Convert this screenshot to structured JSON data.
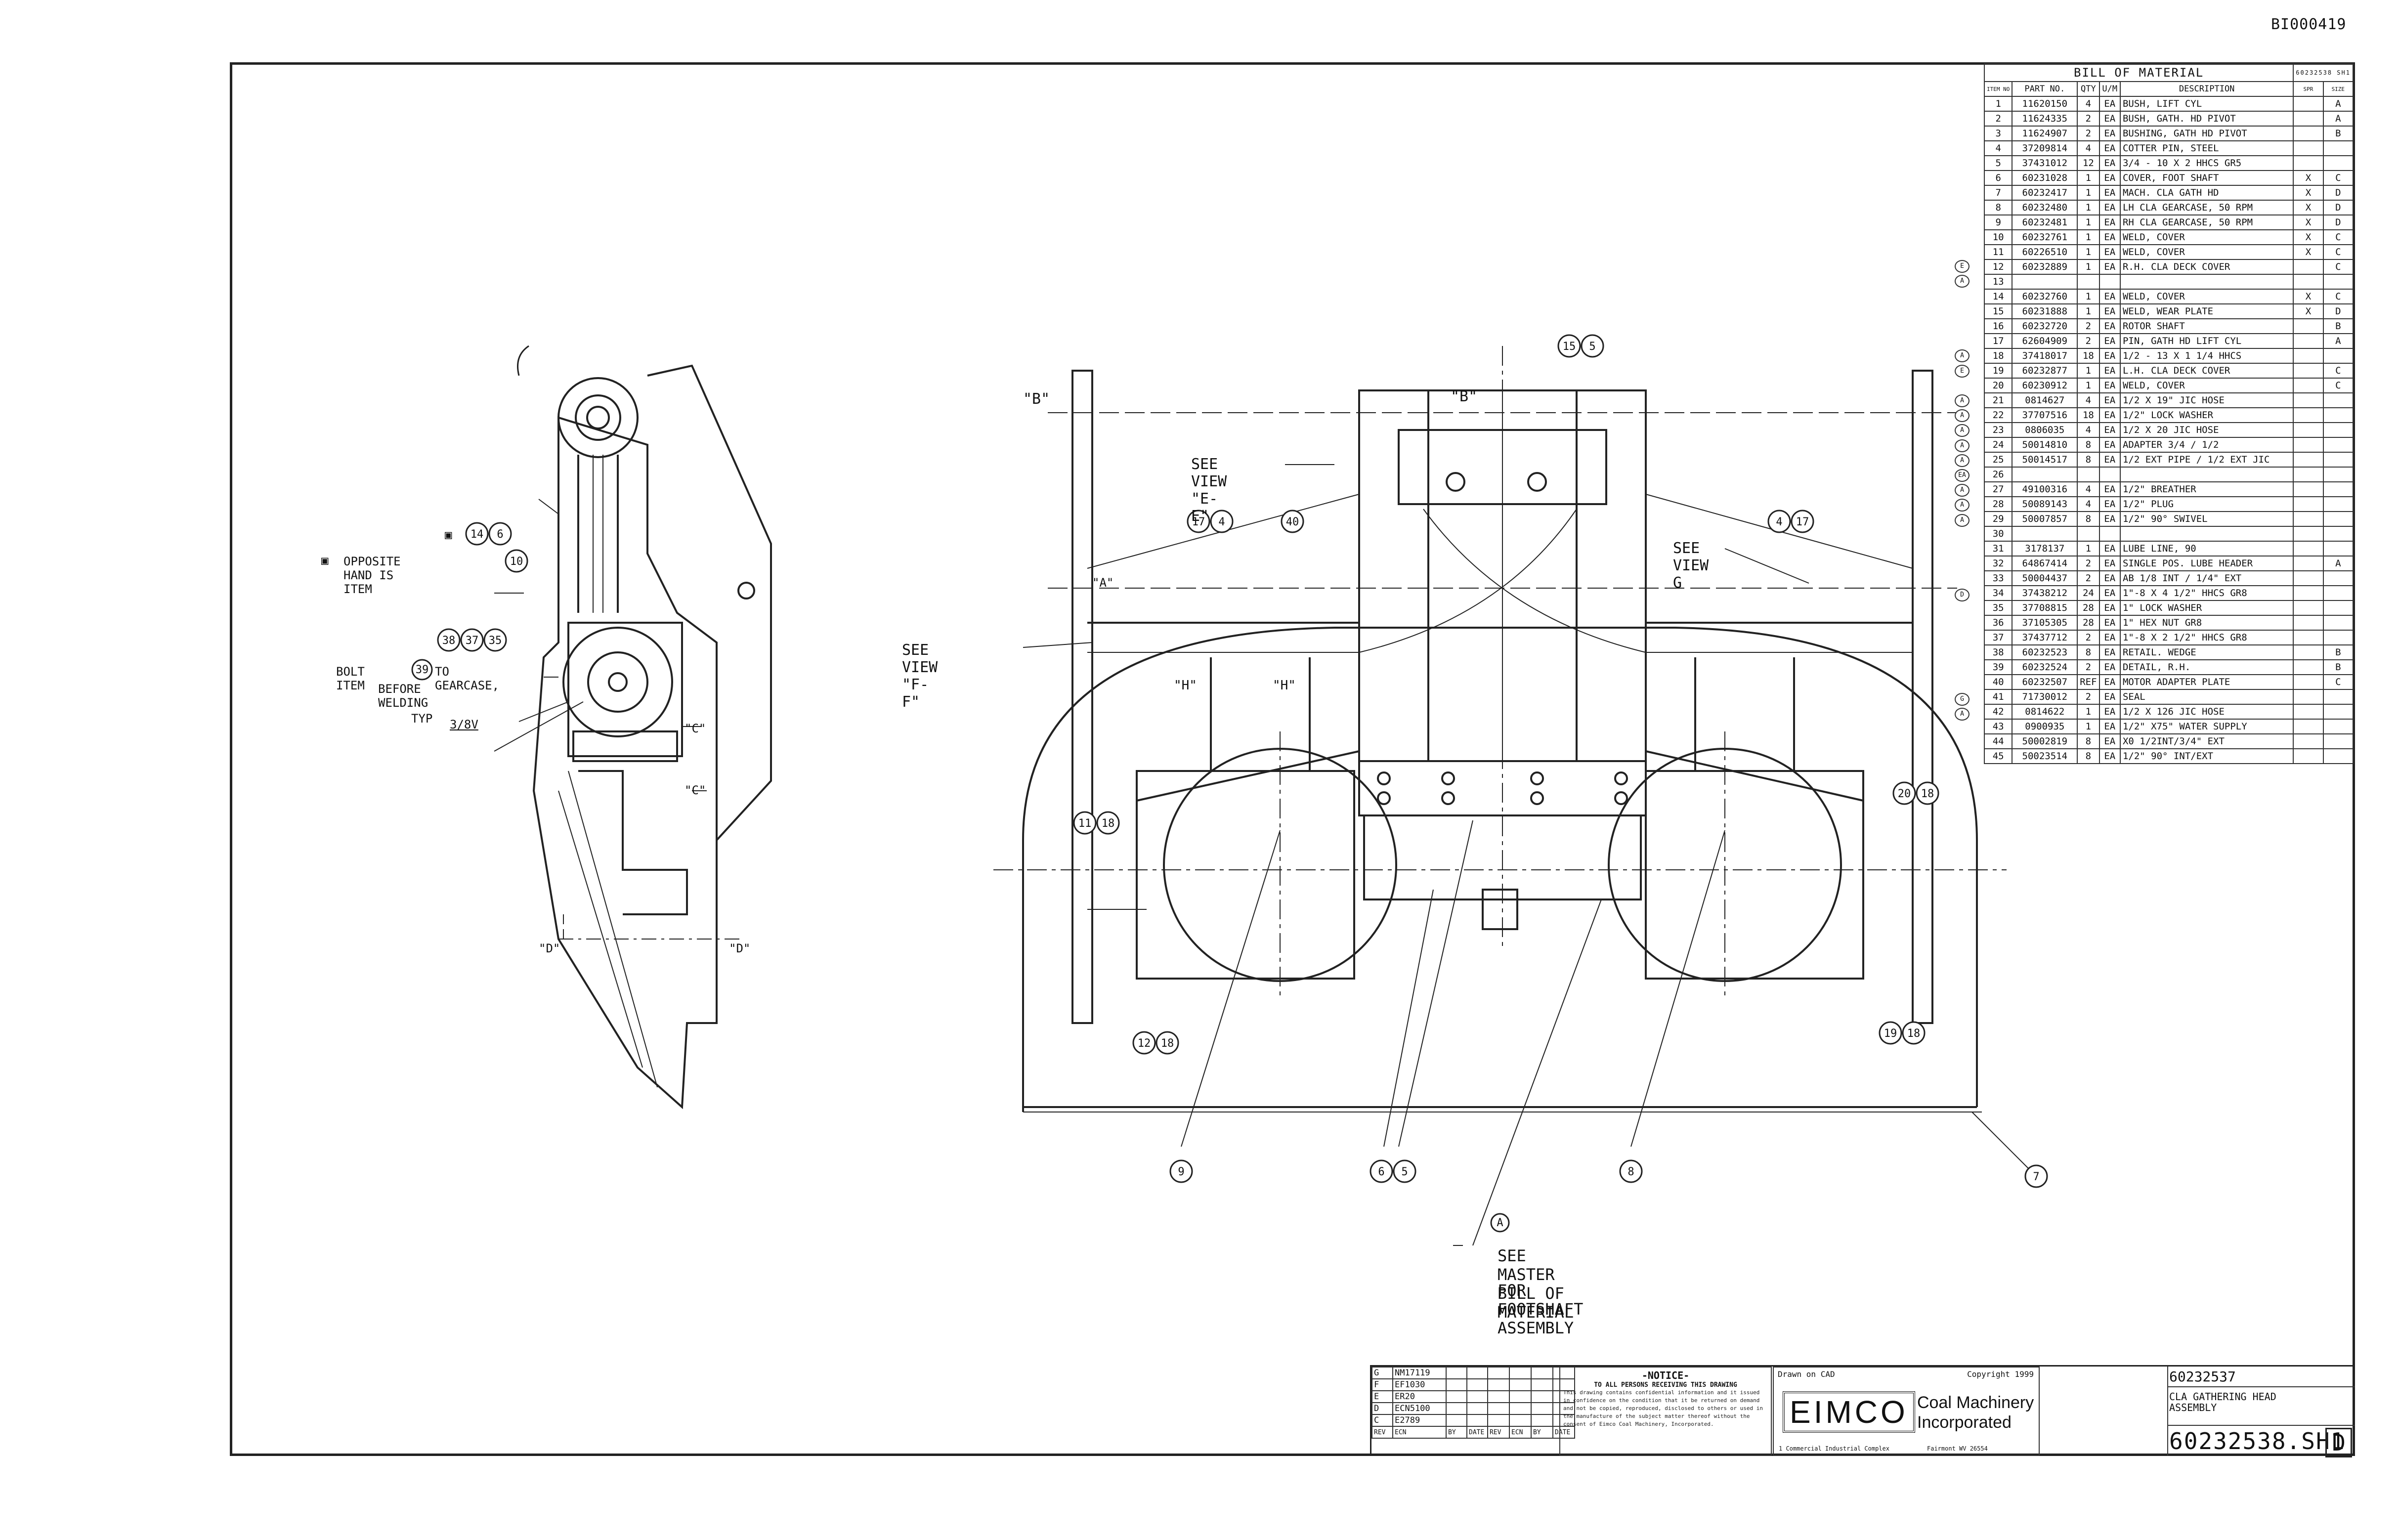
{
  "document_id": "BI000419",
  "bom": {
    "title": "BILL OF MATERIAL",
    "sheet_ref": "60232538 SH1",
    "headers": [
      "ITEM NO",
      "PART NO.",
      "QTY",
      "U/M",
      "DESCRIPTION",
      "SPR",
      "SIZE"
    ],
    "rows": [
      [
        "1",
        "11620150",
        "4",
        "EA",
        "BUSH, LIFT CYL",
        "",
        "A"
      ],
      [
        "2",
        "11624335",
        "2",
        "EA",
        "BUSH, GATH. HD PIVOT",
        "",
        "A"
      ],
      [
        "3",
        "11624907",
        "2",
        "EA",
        "BUSHING, GATH HD PIVOT",
        "",
        "B"
      ],
      [
        "4",
        "37209814",
        "4",
        "EA",
        "COTTER PIN, STEEL",
        "",
        ""
      ],
      [
        "5",
        "37431012",
        "12",
        "EA",
        "3/4 - 10 X 2 HHCS GR5",
        "",
        ""
      ],
      [
        "6",
        "60231028",
        "1",
        "EA",
        "COVER, FOOT SHAFT",
        "X",
        "C"
      ],
      [
        "7",
        "60232417",
        "1",
        "EA",
        "MACH. CLA GATH HD",
        "X",
        "D"
      ],
      [
        "8",
        "60232480",
        "1",
        "EA",
        "LH CLA GEARCASE, 50 RPM",
        "X",
        "D"
      ],
      [
        "9",
        "60232481",
        "1",
        "EA",
        "RH CLA GEARCASE, 50 RPM",
        "X",
        "D"
      ],
      [
        "10",
        "60232761",
        "1",
        "EA",
        "WELD, COVER",
        "X",
        "C"
      ],
      [
        "11",
        "60226510",
        "1",
        "EA",
        "WELD, COVER",
        "X",
        "C"
      ],
      [
        "12",
        "60232889",
        "1",
        "EA",
        "R.H. CLA DECK COVER",
        "",
        "C"
      ],
      [
        "13",
        "",
        "",
        "",
        "",
        "",
        ""
      ],
      [
        "14",
        "60232760",
        "1",
        "EA",
        "WELD, COVER",
        "X",
        "C"
      ],
      [
        "15",
        "60231888",
        "1",
        "EA",
        "WELD, WEAR PLATE",
        "X",
        "D"
      ],
      [
        "16",
        "60232720",
        "2",
        "EA",
        "ROTOR SHAFT",
        "",
        "B"
      ],
      [
        "17",
        "62604909",
        "2",
        "EA",
        "PIN, GATH HD LIFT CYL",
        "",
        "A"
      ],
      [
        "18",
        "37418017",
        "18",
        "EA",
        "1/2 - 13 X 1 1/4 HHCS",
        "",
        ""
      ],
      [
        "19",
        "60232877",
        "1",
        "EA",
        "L.H. CLA DECK COVER",
        "",
        "C"
      ],
      [
        "20",
        "60230912",
        "1",
        "EA",
        "WELD, COVER",
        "",
        "C"
      ],
      [
        "21",
        "0814627",
        "4",
        "EA",
        "1/2 X 19\" JIC HOSE",
        "",
        ""
      ],
      [
        "22",
        "37707516",
        "18",
        "EA",
        "1/2\" LOCK WASHER",
        "",
        ""
      ],
      [
        "23",
        "0806035",
        "4",
        "EA",
        "1/2 X 20 JIC HOSE",
        "",
        ""
      ],
      [
        "24",
        "50014810",
        "8",
        "EA",
        "ADAPTER 3/4 / 1/2",
        "",
        ""
      ],
      [
        "25",
        "50014517",
        "8",
        "EA",
        "1/2 EXT PIPE / 1/2 EXT JIC",
        "",
        ""
      ],
      [
        "26",
        "",
        "",
        "",
        "",
        "",
        ""
      ],
      [
        "27",
        "49100316",
        "4",
        "EA",
        "1/2\" BREATHER",
        "",
        ""
      ],
      [
        "28",
        "50089143",
        "4",
        "EA",
        "1/2\" PLUG",
        "",
        ""
      ],
      [
        "29",
        "50007857",
        "8",
        "EA",
        "1/2\" 90° SWIVEL",
        "",
        ""
      ],
      [
        "30",
        "",
        "",
        "",
        "",
        "",
        ""
      ],
      [
        "31",
        "3178137",
        "1",
        "EA",
        "LUBE LINE, 90",
        "",
        ""
      ],
      [
        "32",
        "64867414",
        "2",
        "EA",
        "SINGLE POS. LUBE HEADER",
        "",
        "A"
      ],
      [
        "33",
        "50004437",
        "2",
        "EA",
        "AB 1/8 INT / 1/4\" EXT",
        "",
        ""
      ],
      [
        "34",
        "37438212",
        "24",
        "EA",
        "1\"-8 X 4 1/2\" HHCS GR8",
        "",
        ""
      ],
      [
        "35",
        "37708815",
        "28",
        "EA",
        "1\" LOCK WASHER",
        "",
        ""
      ],
      [
        "36",
        "37105305",
        "28",
        "EA",
        "1\" HEX NUT GR8",
        "",
        ""
      ],
      [
        "37",
        "37437712",
        "2",
        "EA",
        "1\"-8 X 2 1/2\" HHCS GR8",
        "",
        ""
      ],
      [
        "38",
        "60232523",
        "8",
        "EA",
        "RETAIL. WEDGE",
        "",
        "B"
      ],
      [
        "39",
        "60232524",
        "2",
        "EA",
        "DETAIL, R.H.",
        "",
        "B"
      ],
      [
        "40",
        "60232507",
        "REF",
        "EA",
        "MOTOR ADAPTER PLATE",
        "",
        "C"
      ],
      [
        "41",
        "71730012",
        "2",
        "EA",
        "SEAL",
        "",
        ""
      ],
      [
        "42",
        "0814622",
        "1",
        "EA",
        "1/2 X 126 JIC HOSE",
        "",
        ""
      ],
      [
        "43",
        "0900935",
        "1",
        "EA",
        "1/2\" X75\" WATER SUPPLY",
        "",
        ""
      ],
      [
        "44",
        "50002819",
        "8",
        "EA",
        "X0 1/2INT/3/4\" EXT",
        "",
        ""
      ],
      [
        "45",
        "50023514",
        "8",
        "EA",
        "1/2\" 90° INT/EXT",
        "",
        ""
      ]
    ],
    "rev_flags": {
      "12": "E",
      "13": "A",
      "18": "A",
      "19": "E",
      "21": "A",
      "22": "A",
      "23": "A",
      "24": "A",
      "25": "A",
      "26": "EA",
      "27": "A",
      "28": "A",
      "29": "A",
      "34": "D",
      "41": "G",
      "42": "A"
    }
  },
  "callouts": {
    "opposite_note": "OPPOSITE HAND IS ITEM",
    "opposite_item": "10",
    "bolt_note_1": "BOLT ITEM",
    "bolt_item": "38",
    "bolt_note_2": "TO GEARCASE,",
    "bolt_note_3": "BEFORE WELDING",
    "typ": "TYP",
    "weld": "3/8V",
    "see_view_ee": "SEE VIEW \"E-E\"",
    "see_view_ff": "SEE VIEW \"F-F\"",
    "see_view_g": "SEE VIEW G",
    "see_master_1": "SEE MASTER BILL OF MATERIAL",
    "see_master_2": "FOR FOOTSHAFT ASSEMBLY",
    "sec_b": "\"B\"",
    "sec_c": "\"C\"",
    "sec_d": "\"D\"",
    "sec_a": "\"A\"",
    "sec_h": "\"H\""
  },
  "revisions": [
    {
      "rev": "G",
      "ecn": "NM17119",
      "by": "",
      "date": ""
    },
    {
      "rev": "F",
      "ecn": "EF1030",
      "by": "",
      "date": ""
    },
    {
      "rev": "E",
      "ecn": "ER20",
      "by": "",
      "date": ""
    },
    {
      "rev": "D",
      "ecn": "ECN5100",
      "by": "",
      "date": ""
    },
    {
      "rev": "C",
      "ecn": "E2789",
      "by": "",
      "date": ""
    }
  ],
  "rev_headers": [
    "REV",
    "ECN",
    "BY",
    "DATE",
    "REV",
    "ECN",
    "BY",
    "DATE"
  ],
  "notice": {
    "title": "-NOTICE-",
    "line1": "TO ALL PERSONS RECEIVING THIS DRAWING",
    "body": "This drawing contains confidential information and it issued in confidence on the condition that it be returned on demand and not be copied, reproduced, disclosed to others or used in the manufacture of the subject matter thereof without the consent of Eimco Coal Machinery, Incorporated."
  },
  "company": {
    "logo": "EIMCO",
    "line1": "Coal Machinery",
    "line2": "Incorporated",
    "drawn": "Drawn on CAD",
    "copyright": "Copyright 1999",
    "address": "1 Commercial Industrial Complex",
    "city": "Fairmont WV 26554"
  },
  "title_block": {
    "top_number": "60232537",
    "title_line1": "CLA GATHERING HEAD",
    "title_line2": "ASSEMBLY",
    "drawing_number": "60232538.SH1",
    "revision": "D"
  }
}
